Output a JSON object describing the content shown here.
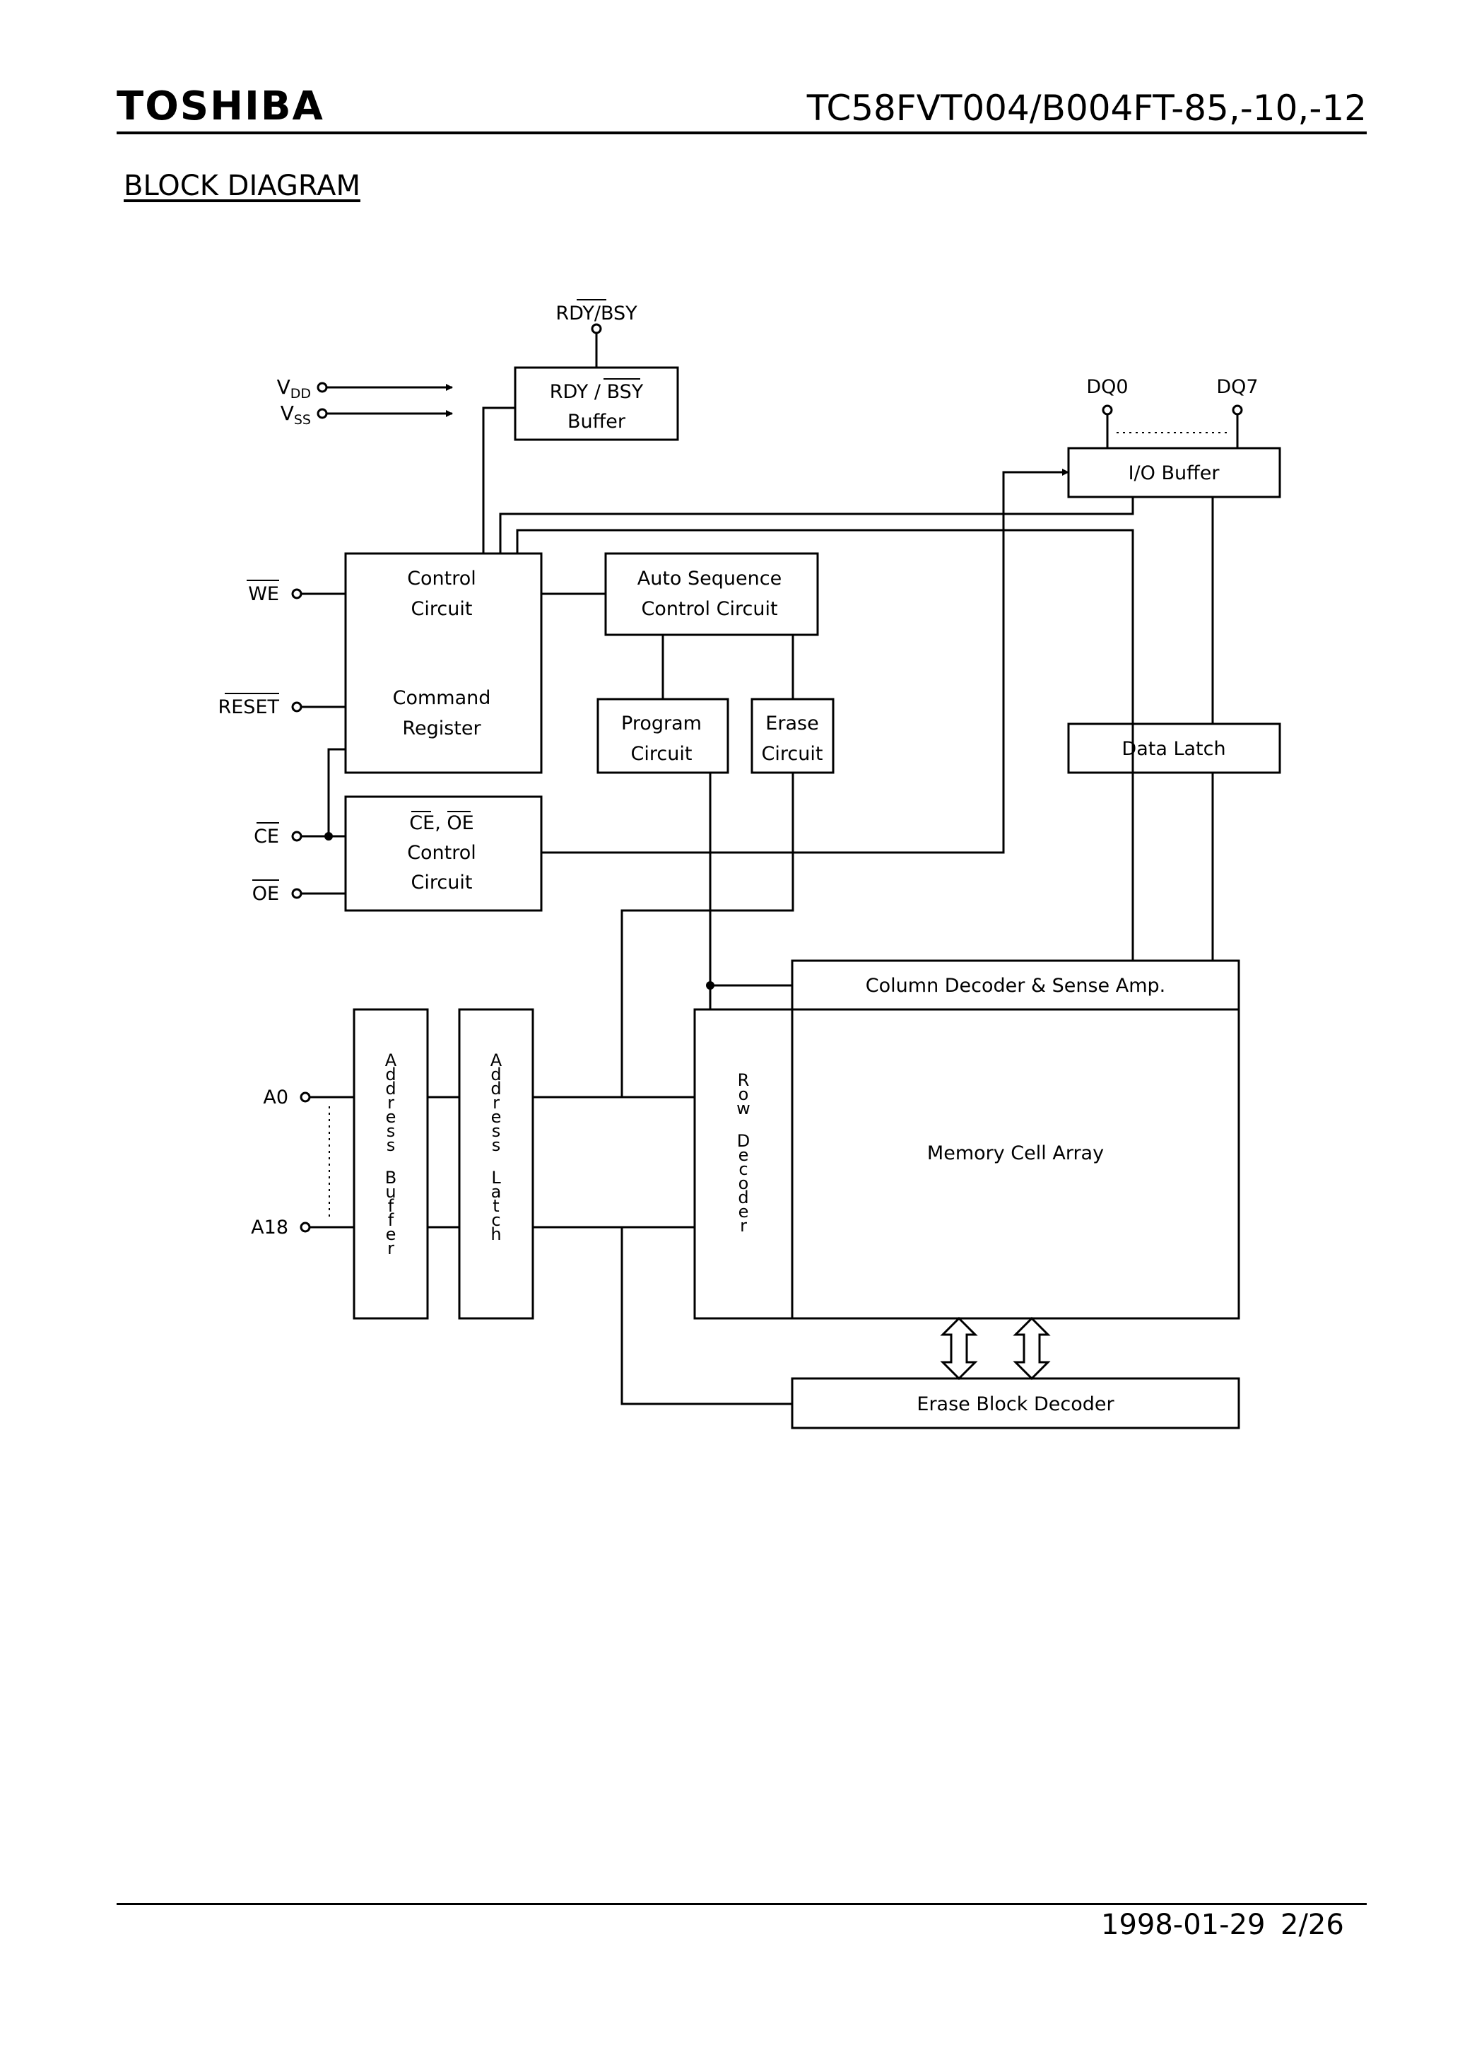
{
  "header": {
    "brand": "TOSHIBA",
    "part_number": "TC58FVT004/B004FT-85,-10,-12"
  },
  "section_title": "BLOCK DIAGRAM",
  "signals": {
    "rdy_bsy": "RDY/BSY",
    "vdd": "VDD",
    "vss": "VSS",
    "dq0": "DQ0",
    "dq7": "DQ7",
    "we": "WE",
    "reset": "RESET",
    "ce": "CE",
    "oe": "OE",
    "a0": "A0",
    "a18": "A18"
  },
  "blocks": {
    "rdy_buffer": [
      "RDY / BSY",
      "Buffer"
    ],
    "io_buffer": "I/O Buffer",
    "control_circuit": [
      "Control",
      "Circuit"
    ],
    "command_register": [
      "Command",
      "Register"
    ],
    "auto_sequence": [
      "Auto Sequence",
      "Control Circuit"
    ],
    "program_circuit": [
      "Program",
      "Circuit"
    ],
    "erase_circuit": [
      "Erase",
      "Circuit"
    ],
    "data_latch": "Data Latch",
    "ce_oe_control": [
      "CE, OE",
      "Control",
      "Circuit"
    ],
    "column_decoder": "Column Decoder & Sense Amp.",
    "address_buffer": "Address Buffer",
    "address_latch": "Address Latch",
    "row_decoder": "Row Decoder",
    "memory_cell_array": "Memory Cell Array",
    "erase_block_decoder": "Erase Block Decoder"
  },
  "footer": {
    "date": "1998-01-29",
    "page": "2/26"
  }
}
